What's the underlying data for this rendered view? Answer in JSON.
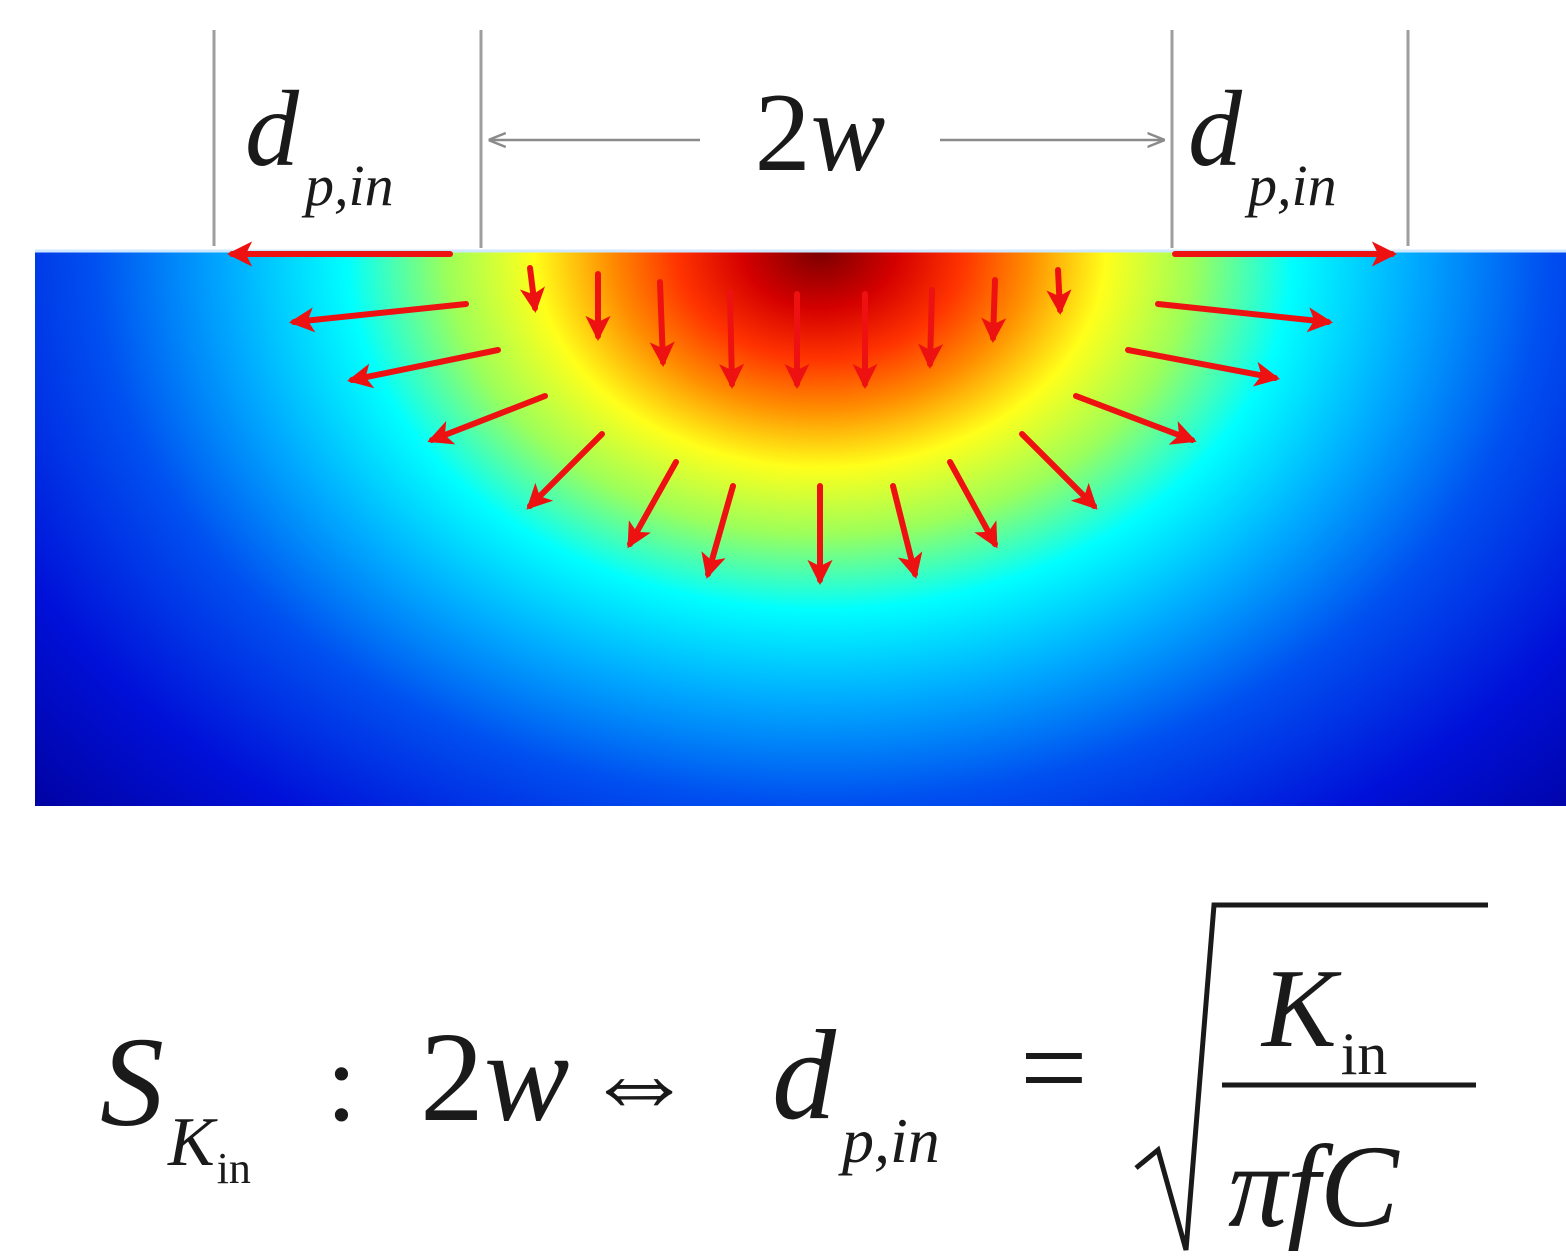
{
  "figure": {
    "width_label": "2w",
    "width_label_parts": {
      "number": "2",
      "variable": "w"
    },
    "depth_label_left": {
      "variable": "d",
      "subscript": "p,in"
    },
    "depth_label_right": {
      "variable": "d",
      "subscript": "p,in"
    },
    "colormap": "jet",
    "arrow_color": "#ee1111",
    "boundary_line_color": "#9e9e9e"
  },
  "equation": {
    "lhs_symbol": "S",
    "lhs_subscript": "K",
    "lhs_subsubscript": "in",
    "colon": ":",
    "width_number": "2",
    "width_variable": "w",
    "equivalence": "⇔",
    "depth_variable": "d",
    "depth_subscript": "p,in",
    "equals": "=",
    "numerator_symbol": "K",
    "numerator_subscript": "in",
    "denominator": "πfC"
  }
}
